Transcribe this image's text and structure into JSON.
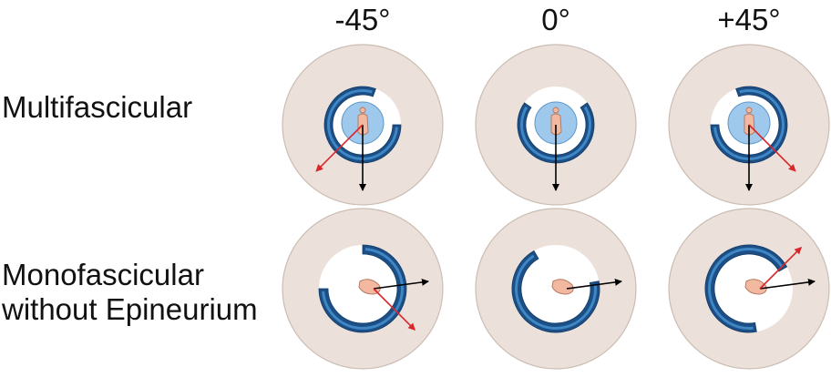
{
  "columns": [
    {
      "label": "-45°",
      "angle_deg": -45
    },
    {
      "label": "0°",
      "angle_deg": 0
    },
    {
      "label": "+45°",
      "angle_deg": 45
    }
  ],
  "rows": [
    {
      "line1": "Multifascicular",
      "line2": "",
      "type": "multifascicular"
    },
    {
      "line1": "Monofascicular",
      "line2": "without Epineurium",
      "type": "monofascicular"
    }
  ],
  "colors": {
    "tissue": "#ebe1da",
    "tissue_stroke": "#cbbdb3",
    "cuff_dark": "#1b4f86",
    "cuff_light": "#3f86c4",
    "fascicle": "#9fc9ec",
    "fascicle_stroke": "#5f98c8",
    "electrode": "#f2b9a0",
    "electrode_stroke": "#b57a62",
    "red_arrow": "#d9262a",
    "black_arrow": "#000000"
  }
}
